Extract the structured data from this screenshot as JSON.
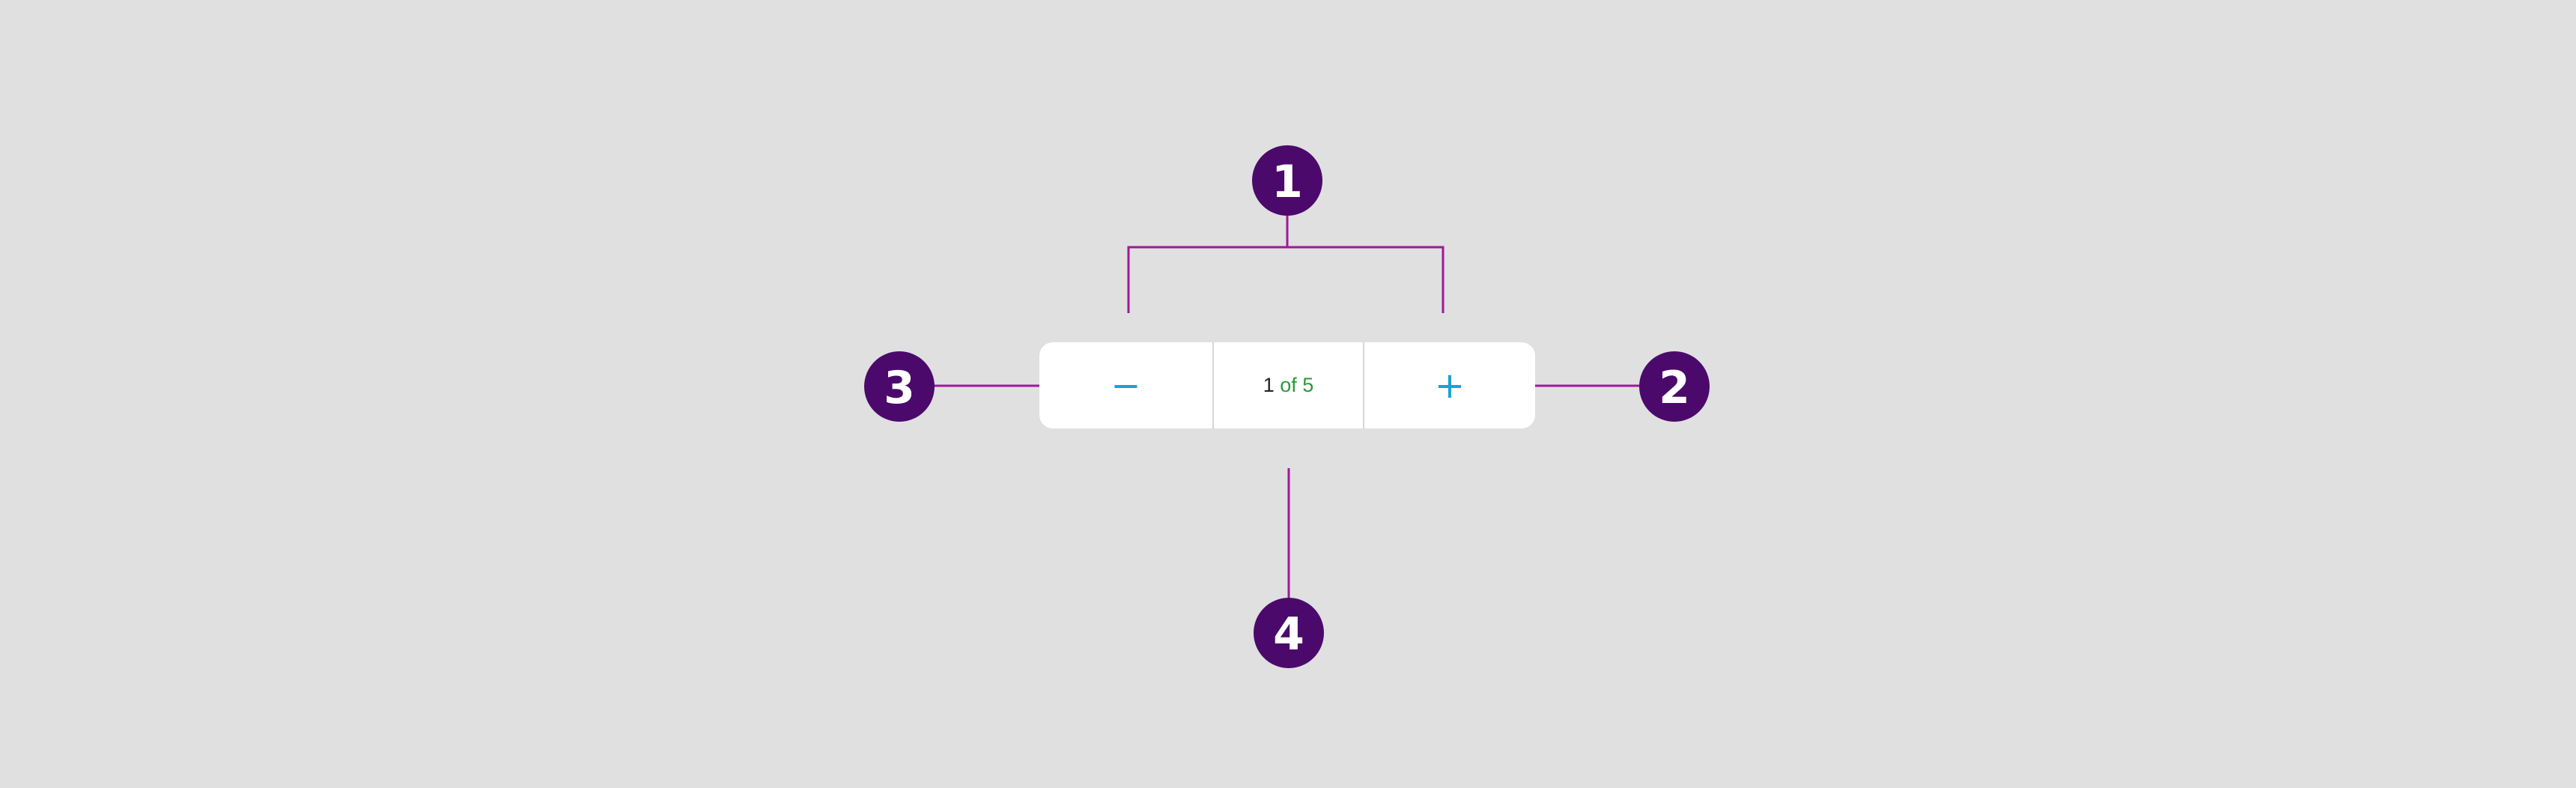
{
  "stepper": {
    "decrement_glyph": "−",
    "increment_glyph": "+",
    "current": "1",
    "of_total": "of 5"
  },
  "callouts": {
    "c1": "1",
    "c2": "2",
    "c3": "3",
    "c4": "4"
  },
  "colors": {
    "background": "#e0e0e0",
    "callout_fill": "#4b0a6b",
    "leader_line": "#a0189b",
    "button_glyph": "#17a2d8",
    "total_text": "#2c9a3b"
  }
}
